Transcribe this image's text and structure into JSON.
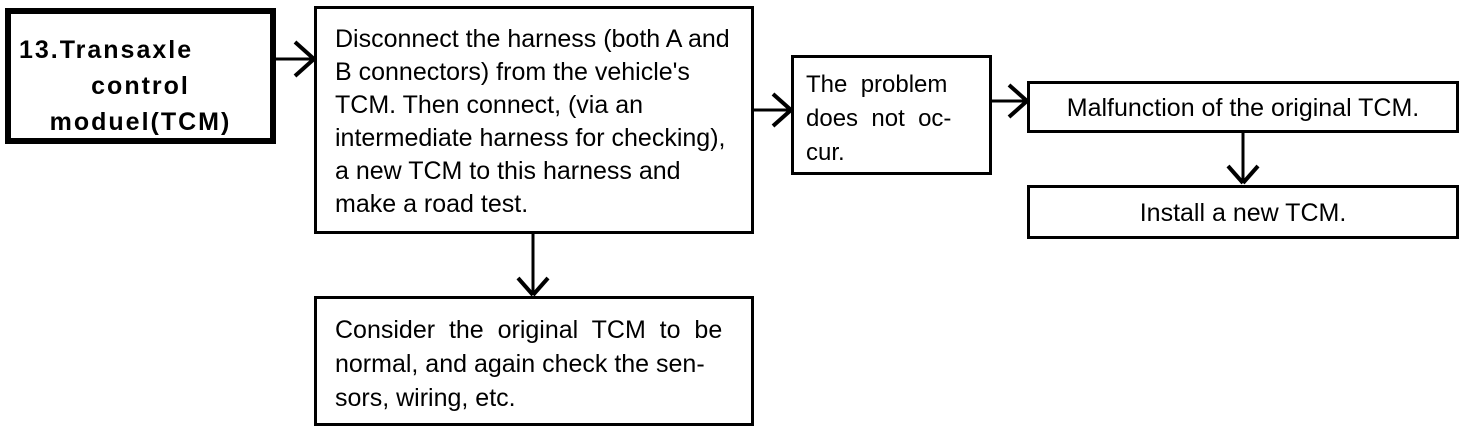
{
  "diagram": {
    "title": "Transaxle control module (TCM) troubleshooting flowchart",
    "background_color": "#ffffff",
    "line_color": "#000000",
    "nodes": {
      "step": {
        "line1": "13.Transaxle",
        "line2": "control",
        "line3": "moduel(TCM)"
      },
      "disconnect": {
        "text": "Disconnect the harness (both A and B connectors) from the vehicle's TCM. Then connect, (via an intermediate harness for checking), a new TCM to this harness and make a road test."
      },
      "no_problem": {
        "text": "The  problem does  not  oc-cur."
      },
      "malfunction": {
        "text": "Malfunction of the original TCM."
      },
      "install": {
        "text": "Install a new TCM."
      },
      "consider": {
        "text": "Consider  the  original  TCM  to  be normal, and again check the sen-sors, wiring, etc."
      }
    },
    "connectors": [
      {
        "name": "step-to-disconnect",
        "from": "step",
        "to": "disconnect",
        "direction": "right"
      },
      {
        "name": "disconnect-to-no-problem",
        "from": "disconnect",
        "to": "no_problem",
        "direction": "right"
      },
      {
        "name": "no-problem-to-malfunction",
        "from": "no_problem",
        "to": "malfunction",
        "direction": "right"
      },
      {
        "name": "malfunction-to-install",
        "from": "malfunction",
        "to": "install",
        "direction": "down"
      },
      {
        "name": "disconnect-to-consider",
        "from": "disconnect",
        "to": "consider",
        "direction": "down"
      }
    ]
  }
}
